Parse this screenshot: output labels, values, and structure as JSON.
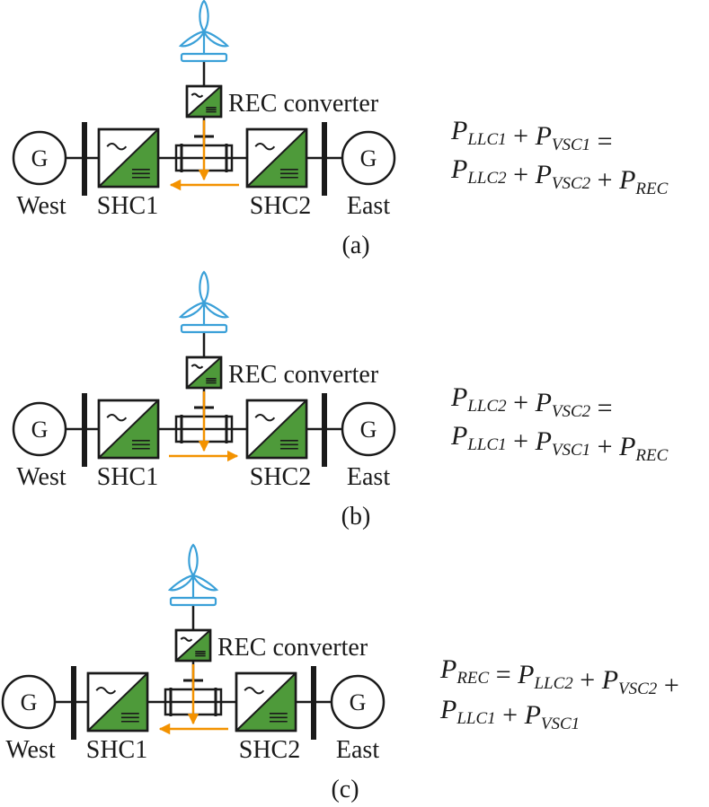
{
  "labels": {
    "west": "West",
    "east": "East",
    "shc1": "SHC1",
    "shc2": "SHC2",
    "g": "G",
    "rec_converter": "REC converter"
  },
  "colors": {
    "converter_fill": "#4e9a3a",
    "power_flow": "#f39200",
    "wind_turbine": "#3aa0d8",
    "line": "#1a1a1a"
  },
  "panels": [
    {
      "caption": "(a)",
      "flow_direction": "west",
      "equation": {
        "line1": [
          {
            "t": "P",
            "s": "LLC1"
          },
          {
            "op": "+"
          },
          {
            "t": "P",
            "s": "VSC1"
          },
          {
            "op": "="
          }
        ],
        "line2": [
          {
            "t": "P",
            "s": "LLC2"
          },
          {
            "op": "+"
          },
          {
            "t": "P",
            "s": "VSC2"
          },
          {
            "op": "+"
          },
          {
            "t": "P",
            "s": "REC"
          }
        ]
      }
    },
    {
      "caption": "(b)",
      "flow_direction": "east",
      "equation": {
        "line1": [
          {
            "t": "P",
            "s": "LLC2"
          },
          {
            "op": "+"
          },
          {
            "t": "P",
            "s": "VSC2"
          },
          {
            "op": "="
          }
        ],
        "line2": [
          {
            "t": "P",
            "s": "LLC1"
          },
          {
            "op": "+"
          },
          {
            "t": "P",
            "s": "VSC1"
          },
          {
            "op": "+"
          },
          {
            "t": "P",
            "s": "REC"
          }
        ]
      }
    },
    {
      "caption": "(c)",
      "flow_direction": "west",
      "equation": {
        "line1": [
          {
            "t": "P",
            "s": "REC"
          },
          {
            "op": "="
          },
          {
            "t": "P",
            "s": "LLC2"
          },
          {
            "op": "+"
          },
          {
            "t": "P",
            "s": "VSC2"
          },
          {
            "op": "+"
          }
        ],
        "line2": [
          {
            "t": "P",
            "s": "LLC1"
          },
          {
            "op": "+"
          },
          {
            "t": "P",
            "s": "VSC1"
          }
        ]
      }
    }
  ]
}
